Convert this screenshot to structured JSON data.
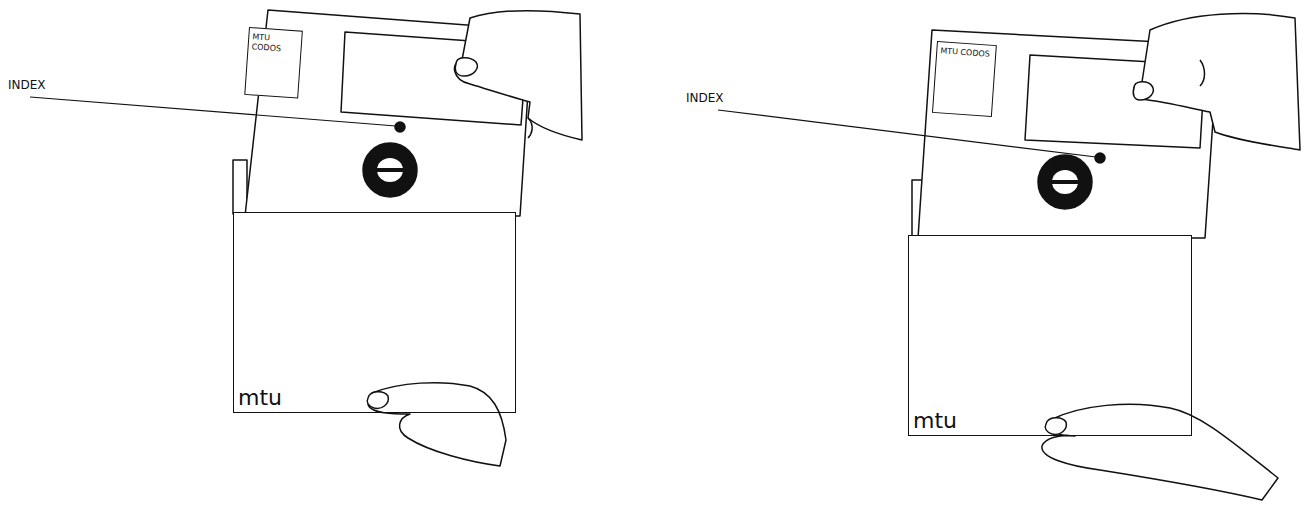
{
  "diagram": {
    "nodes": [
      {
        "text": [
          "MTU CODOS"
        ]
      },
      {
        "text": [
          "mtu"
        ]
      },
      {
        "text": [
          "MTU CODOS"
        ]
      },
      {
        "text": [
          "mtu"
        ]
      }
    ],
    "labels": [
      "INDEX",
      "INDEX"
    ]
  }
}
